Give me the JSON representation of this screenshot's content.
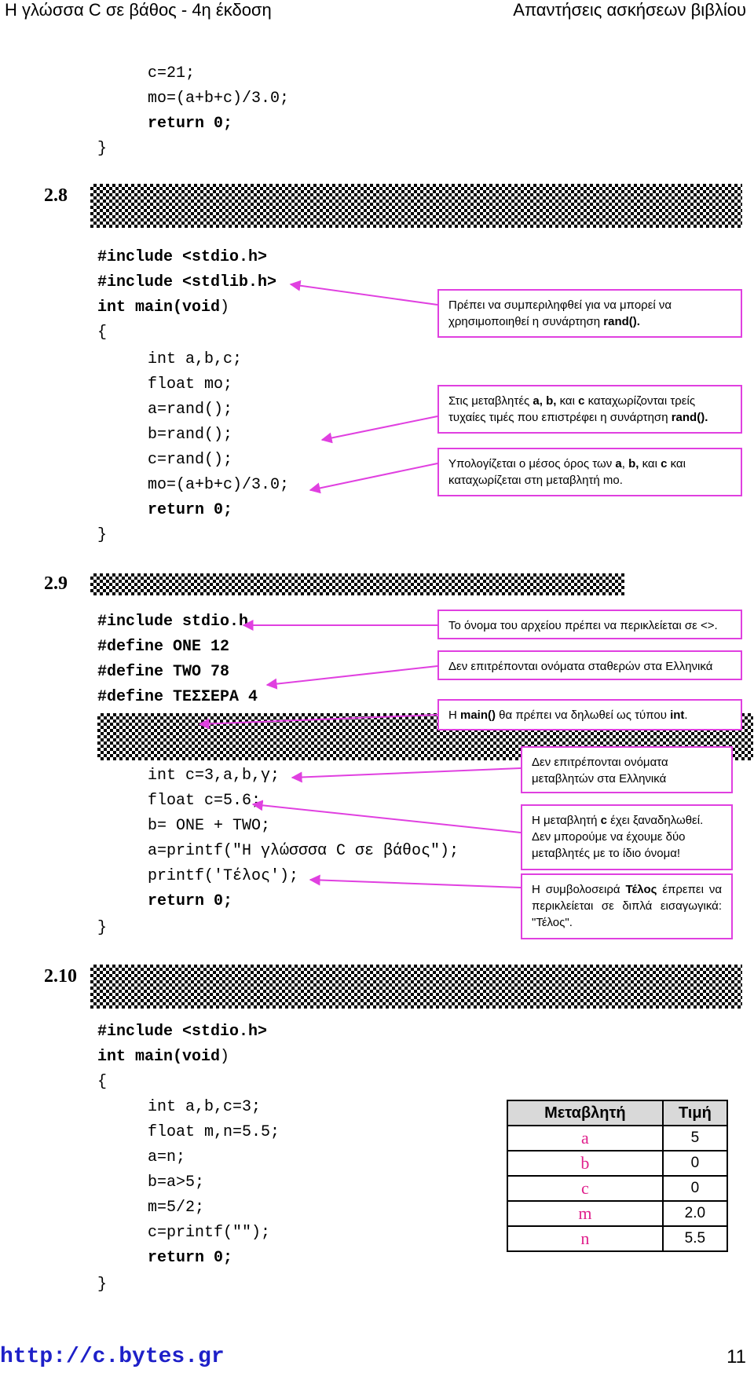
{
  "header": {
    "book_title": "Η γλώσσα C σε βάθος - 4η έκδοση",
    "section_title": "Απαντήσεις ασκήσεων βιβλίου"
  },
  "top_code": [
    "c=21;",
    "mo=(a+b+c)/3.0;",
    "return 0;",
    "}"
  ],
  "ex28": {
    "number": "2.8",
    "code": {
      "inc1": "#include <stdio.h>",
      "inc2": "#include <stdlib.h>",
      "main_pre": "int main(",
      "main_void": "void",
      "main_post": ")",
      "open": "{",
      "decl_int": "int a,b,c;",
      "decl_float": "float mo;",
      "l1": "a=rand();",
      "l2": "b=rand();",
      "l3": "c=rand();",
      "l4": "mo=(a+b+c)/3.0;",
      "ret": "return 0;",
      "close": "}"
    },
    "notes": {
      "n1_text": "Πρέπει να συμπεριληφθεί για να μπορεί να χρησιμοποιηθεί η συνάρτηση ",
      "n1_bold": "rand().",
      "n2_pre": "Στις μεταβλητές ",
      "n2_vars": "a, b,",
      "n2_mid": " και ",
      "n2_c": "c",
      "n2_post": " καταχωρίζονται τρείς τυχαίες τιμές που επιστρέφει η συνάρτηση ",
      "n2_bold": "rand().",
      "n3_pre": "Υπολογίζεται ο μέσος όρος των ",
      "n3_a": "a",
      "n3_sep": ", ",
      "n3_b": "b,",
      "n3_mid": " και ",
      "n3_c": "c",
      "n3_post": " και καταχωρίζεται στη μεταβλητή mo."
    }
  },
  "ex29": {
    "number": "2.9",
    "code": {
      "inc": "#include stdio.h",
      "def1": "#define ONE 12",
      "def2": "#define TWO 78",
      "def3": "#define ΤΕΣΣΕΡΑ 4",
      "decl_int": "int c=3,a,b,γ;",
      "decl_float": "float c=5.6;",
      "l1": "b= ONE + TWO;",
      "l2": "a=printf(\"Η γλώσσσα C σε βάθος\");",
      "l3": "printf('Τέλος');",
      "ret": "return 0;",
      "close": "}"
    },
    "notes": {
      "n1": "Το όνομα του αρχείου πρέπει να περικλείεται σε <>.",
      "n2": "Δεν επιτρέπονται ονόματα σταθερών στα Ελληνικά",
      "n3_pre": "Η ",
      "n3_main": "main()",
      "n3_mid": " θα πρέπει να δηλωθεί ως τύπου ",
      "n3_int": "int",
      "n3_post": ".",
      "n4": "Δεν επιτρέπονται ονόματα μεταβλητών στα Ελληνικά",
      "n5_pre": "Η μεταβλητή ",
      "n5_c": "c",
      "n5_post": " έχει ξαναδηλωθεί. Δεν μπορούμε να έχουμε δύο μεταβλητές με το ίδιο όνομα!",
      "n6_pre": "Η συμβολοσειρά ",
      "n6_bold": "Τέλος",
      "n6_post": " έπρεπει να περικλείεται σε διπλά εισαγωγικά: \"Τέλος\"."
    }
  },
  "ex210": {
    "number": "2.10",
    "code": {
      "inc": "#include <stdio.h>",
      "main_pre": "int main(",
      "main_void": "void",
      "main_post": ")",
      "open": "{",
      "decl_int": "int a,b,c=3;",
      "decl_float": "float m,n=5.5;",
      "l1": "a=n;",
      "l2": "b=a>5;",
      "l3": "m=5/2;",
      "l4": "c=printf(\"\");",
      "ret": "return 0;",
      "close": "}"
    },
    "table": {
      "headers": [
        "Μεταβλητή",
        "Τιμή"
      ],
      "rows": [
        {
          "var": "a",
          "value": "5"
        },
        {
          "var": "b",
          "value": "0"
        },
        {
          "var": "c",
          "value": "0"
        },
        {
          "var": "m",
          "value": "2.0"
        },
        {
          "var": "n",
          "value": "5.5"
        }
      ]
    }
  },
  "footer": {
    "url": "http://c.bytes.gr",
    "page_number": "11"
  },
  "colors": {
    "accent": "#e040e0",
    "variable_pink": "#e0208c",
    "footer_link": "#1e20c8"
  }
}
